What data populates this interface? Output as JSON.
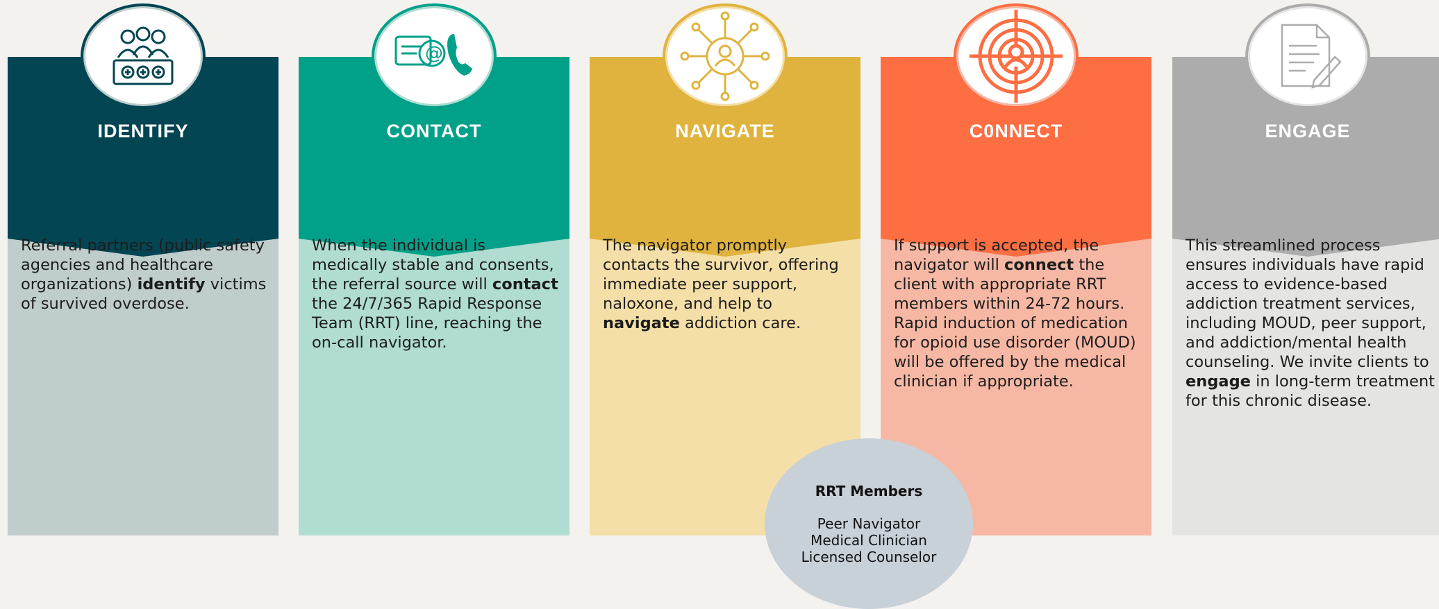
{
  "steps": [
    {
      "title": "IDENTIFY",
      "icon": "people-group-icon",
      "color_dark": "#034552",
      "color_light": "#bfcdcd",
      "text_html": "Referral partners (public safety agencies and healthcare organizations) <b>identify</b> victims of survived overdose."
    },
    {
      "title": "CONTACT",
      "icon": "chat-phone-icon",
      "color_dark": "#00a089",
      "color_light": "#b0dcd2",
      "text_html": "When the individual is medically stable and consents, the referral source will <b>contact</b> the 24/7/365 Rapid Response Team (RRT) line, reaching the on-call navigator."
    },
    {
      "title": "NAVIGATE",
      "icon": "network-person-icon",
      "color_dark": "#dfb33e",
      "color_light": "#f5dfa8",
      "text_html": "The navigator promptly contacts the survivor, offering immediate peer support, naloxone, and help to <b>navigate</b> addiction care."
    },
    {
      "title": "C0NNECT",
      "icon": "target-person-icon",
      "color_dark": "#fd6e43",
      "color_light": "#f6b8a4",
      "text_html": "If support is accepted, the navigator will <b>connect</b> the client with appropriate RRT members within 24-72 hours.  Rapid induction of medication for opioid use disorder (MOUD) will be offered by the medical clinician if appropriate."
    },
    {
      "title": "ENGAGE",
      "icon": "document-pen-icon",
      "color_dark": "#acacac",
      "color_light": "#e4e4e2",
      "text_html": "This streamlined process ensures individuals have rapid access to evidence-based addiction treatment services, including MOUD, peer support, and addiction/mental health counseling.   We invite clients to <b>engage</b> in long-term treatment for this chronic disease."
    }
  ],
  "rrt": {
    "title": "RRT Members",
    "members": [
      "Peer Navigator",
      "Medical Clinician",
      "Licensed  Counselor"
    ]
  }
}
